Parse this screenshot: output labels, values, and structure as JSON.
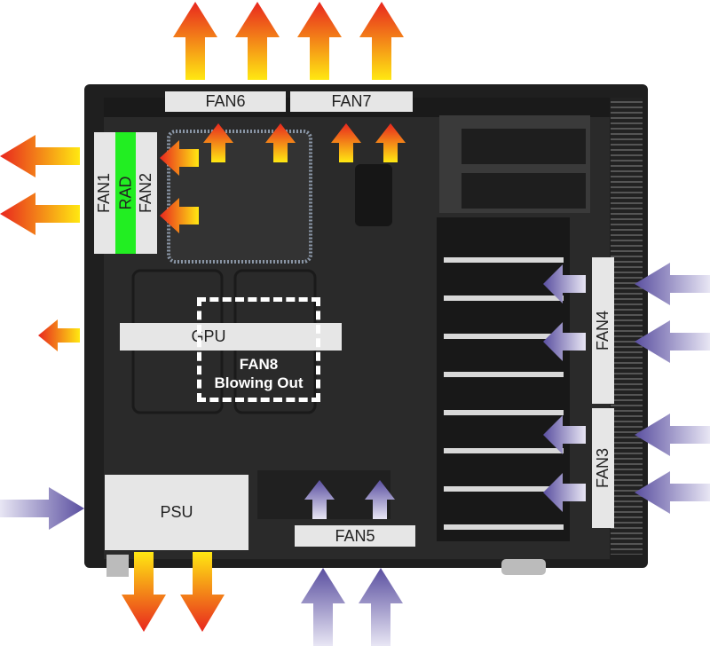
{
  "labels": {
    "fan1": "FAN1",
    "rad": "RAD",
    "fan2": "FAN2",
    "fan3": "FAN3",
    "fan4": "FAN4",
    "fan5": "FAN5",
    "fan6": "FAN6",
    "fan7": "FAN7",
    "gpu": "GPU",
    "psu": "PSU",
    "fan8_title": "FAN8",
    "fan8_note": "Blowing Out"
  },
  "colors": {
    "exhaust_tip": "#e8261e",
    "exhaust_tail": "#ffe812",
    "intake_tip": "#5a4fa0",
    "intake_tail": "#e8e6f4",
    "radiator": "#22ee22",
    "label_bg": "#e6e6e6",
    "case": "#1f1f1f"
  }
}
